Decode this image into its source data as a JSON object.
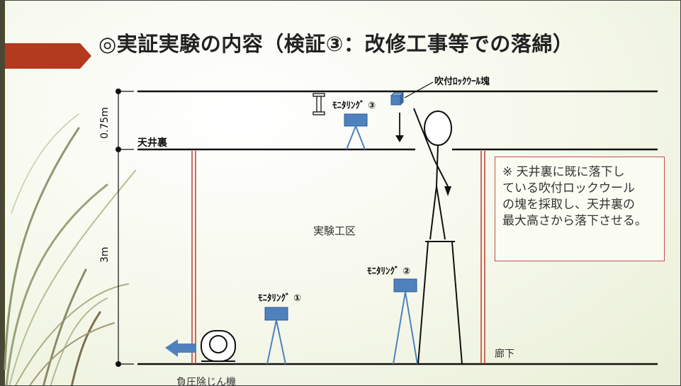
{
  "slide": {
    "title": "◎実証実験の内容（検証③：改修工事等での落綿）",
    "ceiling_label": "天井裏",
    "height_upper": "0.75m",
    "height_lower": "3m",
    "work_area_label": "実験工区",
    "corridor_label": "廊下",
    "vacuum_label": "負圧除じん機",
    "block_label": "吹付ﾛｯｸｳｰﾙ塊",
    "monitoring_labels": [
      "ﾓﾆﾀﾘﾝｸﾞ ①",
      "ﾓﾆﾀﾘﾝｸﾞ ②",
      "ﾓﾆﾀﾘﾝｸﾞ ③"
    ],
    "note_lines": [
      "※ 天井裏に既に落下し",
      "ている吹付ロックウール",
      "の塊を採取し、天井裏の",
      "最大高さから落下させる。"
    ],
    "colors": {
      "accent_red": "#c0392b",
      "monitor_blue": "#4f81bd",
      "note_border": "#c0504d",
      "arrow_blue": "#4f81bd"
    }
  }
}
